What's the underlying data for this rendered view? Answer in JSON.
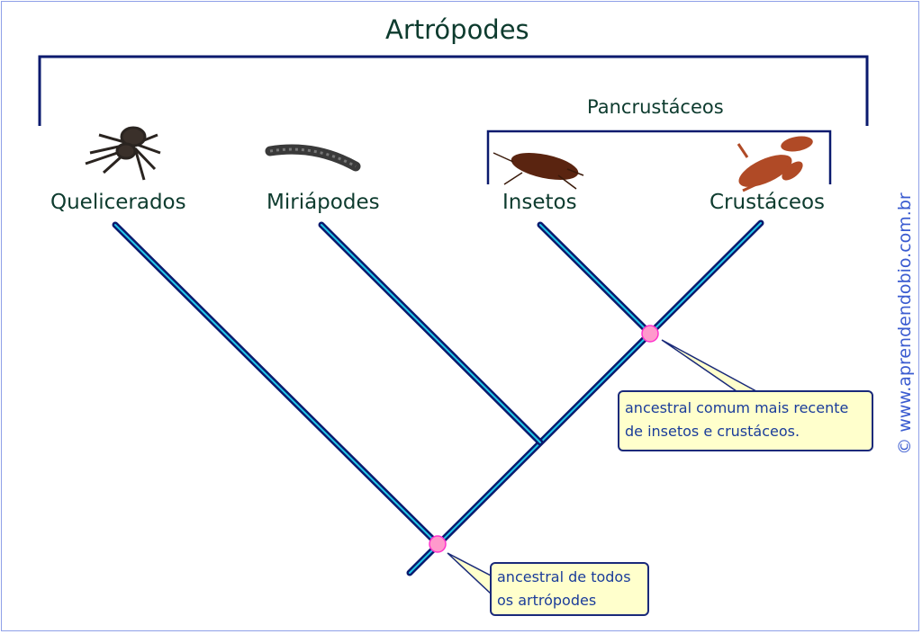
{
  "title": "Artrópodes",
  "subgroup": "Pancrustáceos",
  "taxa": [
    {
      "name": "Quelicerados",
      "image": "spider"
    },
    {
      "name": "Miriápodes",
      "image": "millipede"
    },
    {
      "name": "Insetos",
      "image": "cockroach"
    },
    {
      "name": "Crustáceos",
      "image": "lobster"
    }
  ],
  "callouts": {
    "root": "ancestral de todos os artrópodes",
    "pancrustacea": "ancestral comum mais recente de insetos e crustáceos."
  },
  "watermark": "© www.aprendendobio.com.br",
  "colors": {
    "branch_outer": "#0a1a6e",
    "branch_inner": "#22c8e8",
    "node": "#ff99cc",
    "callout_bg": "#ffffcc",
    "label": "#0d3b2e"
  }
}
